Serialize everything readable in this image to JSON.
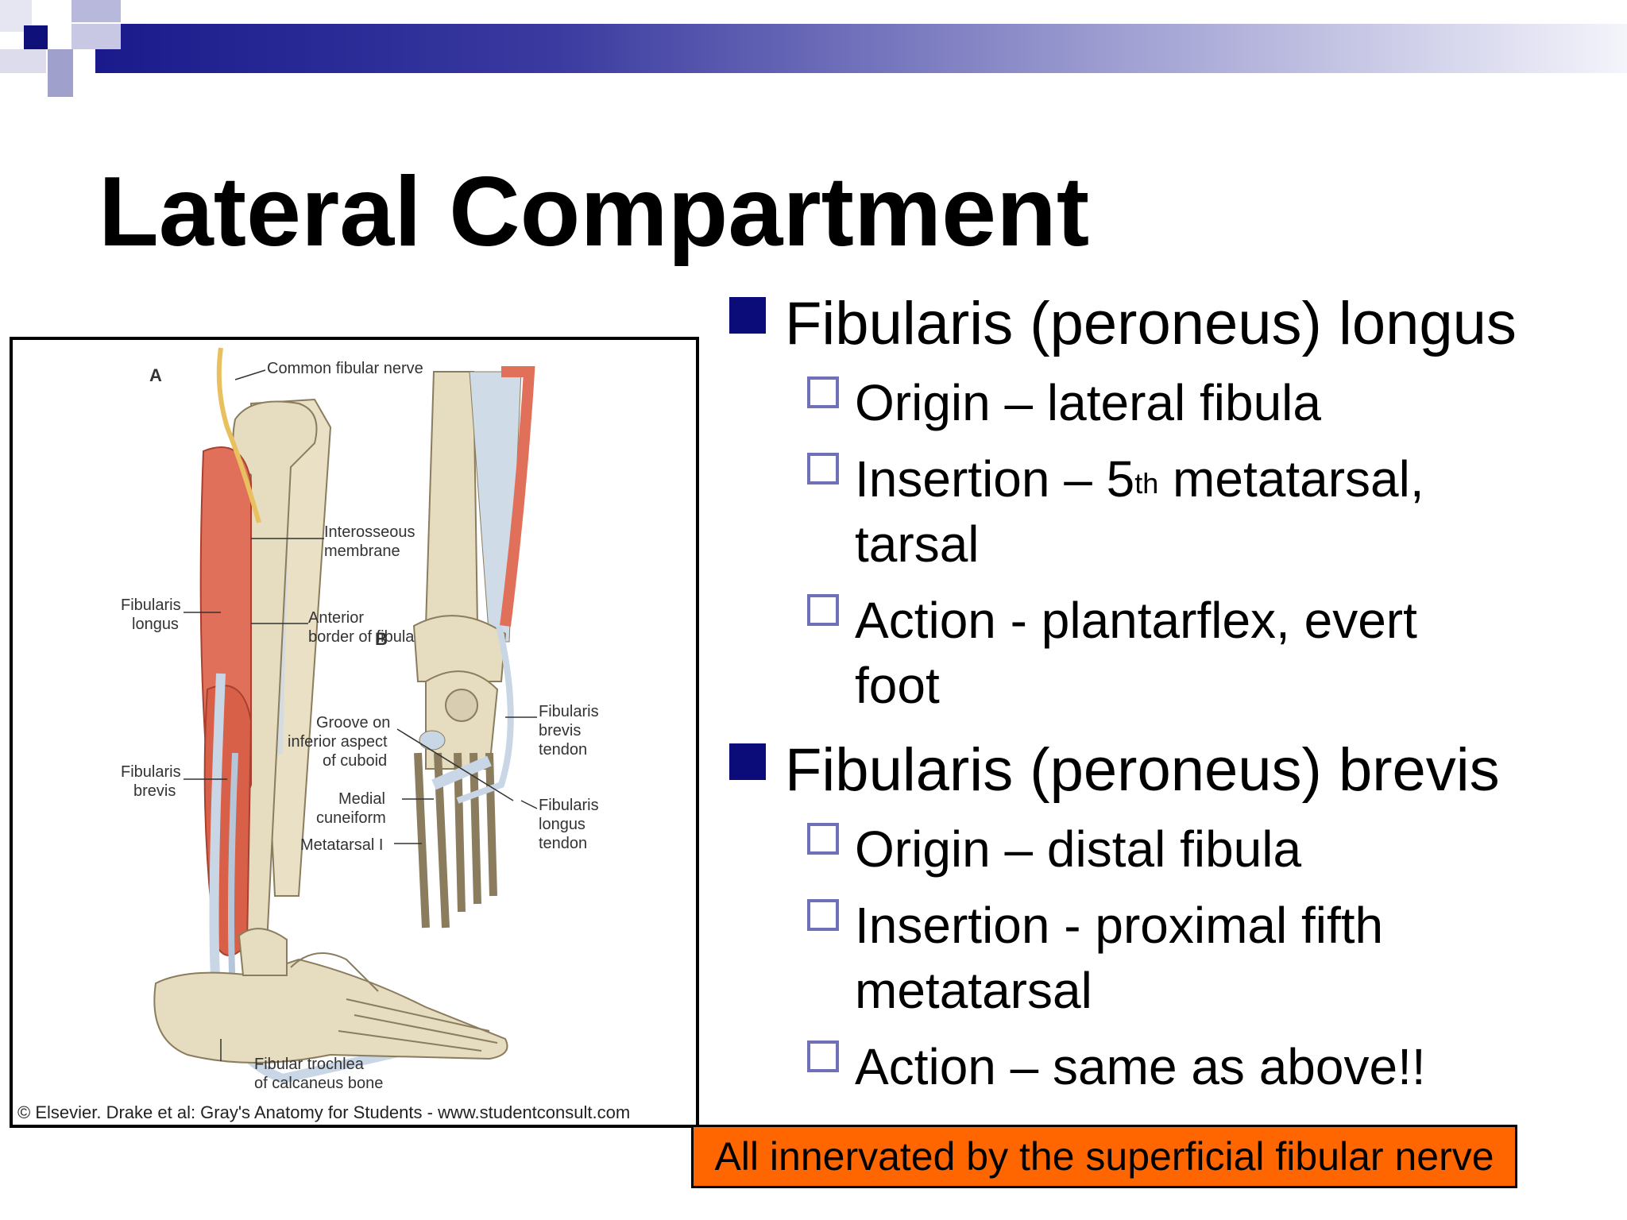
{
  "slide": {
    "title": "Lateral Compartment",
    "bullets": [
      {
        "text": "Fibularis (peroneus) longus",
        "sub": [
          {
            "pre": "Origin – lateral fibula"
          },
          {
            "pre": "Insertion – 5",
            "sup": "th",
            "post": " metatarsal,",
            "cont": "tarsal"
          },
          {
            "pre": "Action - plantarflex, evert",
            "cont": "foot"
          }
        ]
      },
      {
        "text": "Fibularis (peroneus) brevis",
        "sub": [
          {
            "pre": "Origin – distal fibula"
          },
          {
            "pre": "Insertion - proximal fifth",
            "cont": "metatarsal"
          },
          {
            "pre": "Action – same as above!!"
          }
        ]
      }
    ],
    "note": "All innervated by the superficial fibular nerve"
  },
  "figure": {
    "panel_a": "A",
    "panel_b": "B",
    "labels": {
      "common_fibular_nerve": "Common fibular nerve",
      "interosseous_1": "Interosseous",
      "interosseous_2": "membrane",
      "fibularis_longus_1": "Fibularis",
      "fibularis_longus_2": "longus",
      "anterior_1": "Anterior",
      "anterior_2": "border of fibula",
      "groove_1": "Groove on",
      "groove_2": "inferior aspect",
      "groove_3": "of cuboid",
      "fib_brevis_tendon_1": "Fibularis",
      "fib_brevis_tendon_2": "brevis",
      "fib_brevis_tendon_3": "tendon",
      "fibularis_brevis_1": "Fibularis",
      "fibularis_brevis_2": "brevis",
      "medial_1": "Medial",
      "medial_2": "cuneiform",
      "fib_longus_tendon_1": "Fibularis",
      "fib_longus_tendon_2": "longus",
      "fib_longus_tendon_3": "tendon",
      "metatarsal": "Metatarsal I",
      "trochlea_1": "Fibular trochlea",
      "trochlea_2": "of calcaneus bone"
    },
    "credit": "© Elsevier. Drake et al: Gray's Anatomy for Students - www.studentconsult.com"
  },
  "colors": {
    "header_dark": "#1a1a8c",
    "bullet_square": "#0b0b7a",
    "sub_square": "#7070b8",
    "note_bg": "#ff6600",
    "muscle": "#e0705a",
    "bone": "#e6dcc0",
    "tendon": "#c8d6e6"
  }
}
